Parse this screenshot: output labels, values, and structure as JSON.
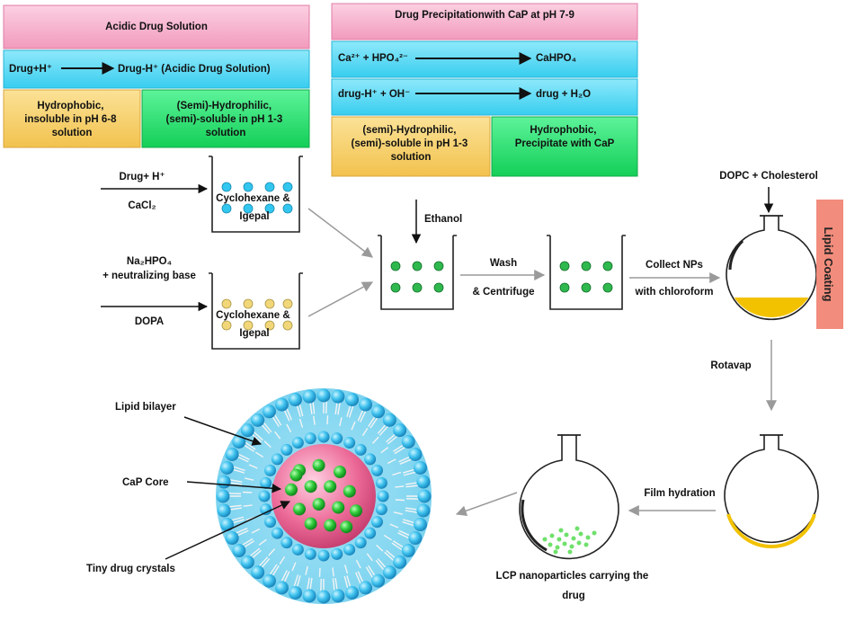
{
  "left_table": {
    "title": "Acidic Drug Solution",
    "reaction_lhs": "Drug+H⁺",
    "reaction_rhs": "Drug-H⁺ (Acidic Drug Solution)",
    "hydrophobic": [
      "Hydrophobic,",
      "insoluble in pH 6-8",
      "solution"
    ],
    "hydrophilic": [
      "(Semi)-Hydrophilic,",
      "(semi)-soluble in pH 1-3",
      "solution"
    ]
  },
  "right_table": {
    "title": "Drug Precipitationwith CaP at pH 7-9",
    "reaction1_lhs": "Ca²⁺ + HPO₄²⁻",
    "reaction1_rhs": "CaHPO₄",
    "reaction2_lhs": "drug-H⁺ + OH⁻",
    "reaction2_rhs": "drug + H₂O",
    "hydrophilic": [
      "(semi)-Hydrophilic,",
      "(semi)-soluble in pH 1-3",
      "solution"
    ],
    "hydrophobic": [
      "Hydrophobic,",
      "Precipitate with CaP"
    ]
  },
  "process": {
    "input1_a": "Drug+ H⁺",
    "input1_b": "CaCl₂",
    "input2_a": "Na₂HPO₄",
    "input2_b": "+ neutralizing base",
    "input2_c": "DOPA",
    "beaker1_label": [
      "Cyclohexane &",
      "Igepal"
    ],
    "beaker2_label": [
      "Cyclohexane &",
      "Igepal"
    ],
    "ethanol": "Ethanol",
    "wash": "Wash",
    "centrifuge": "& Centrifuge",
    "collect": "Collect NPs",
    "chloroform": "with chloroform",
    "dopc": "DOPC + Cholesterol",
    "lipid_coating": "Lipid Coating",
    "rotavap": "Rotavap",
    "film_hydration": "Film hydration",
    "lcp_caption": [
      "LCP nanoparticles carrying the",
      "drug"
    ]
  },
  "nanoparticle": {
    "lipid_bilayer": "Lipid bilayer",
    "cap_core": "CaP Core",
    "drug_crystals": "Tiny drug crystals"
  },
  "colors": {
    "pink": "#f5a8c6",
    "cyan": "#48d6f5",
    "yellow": "#f7d36a",
    "green": "#22e06a",
    "lipid_coating_bg": "#f28c7c",
    "liposome_blue": "#4cc3ee",
    "core_pink": "#e8588c",
    "crystal_green": "#1fae2c",
    "oil": "#f2c200"
  }
}
